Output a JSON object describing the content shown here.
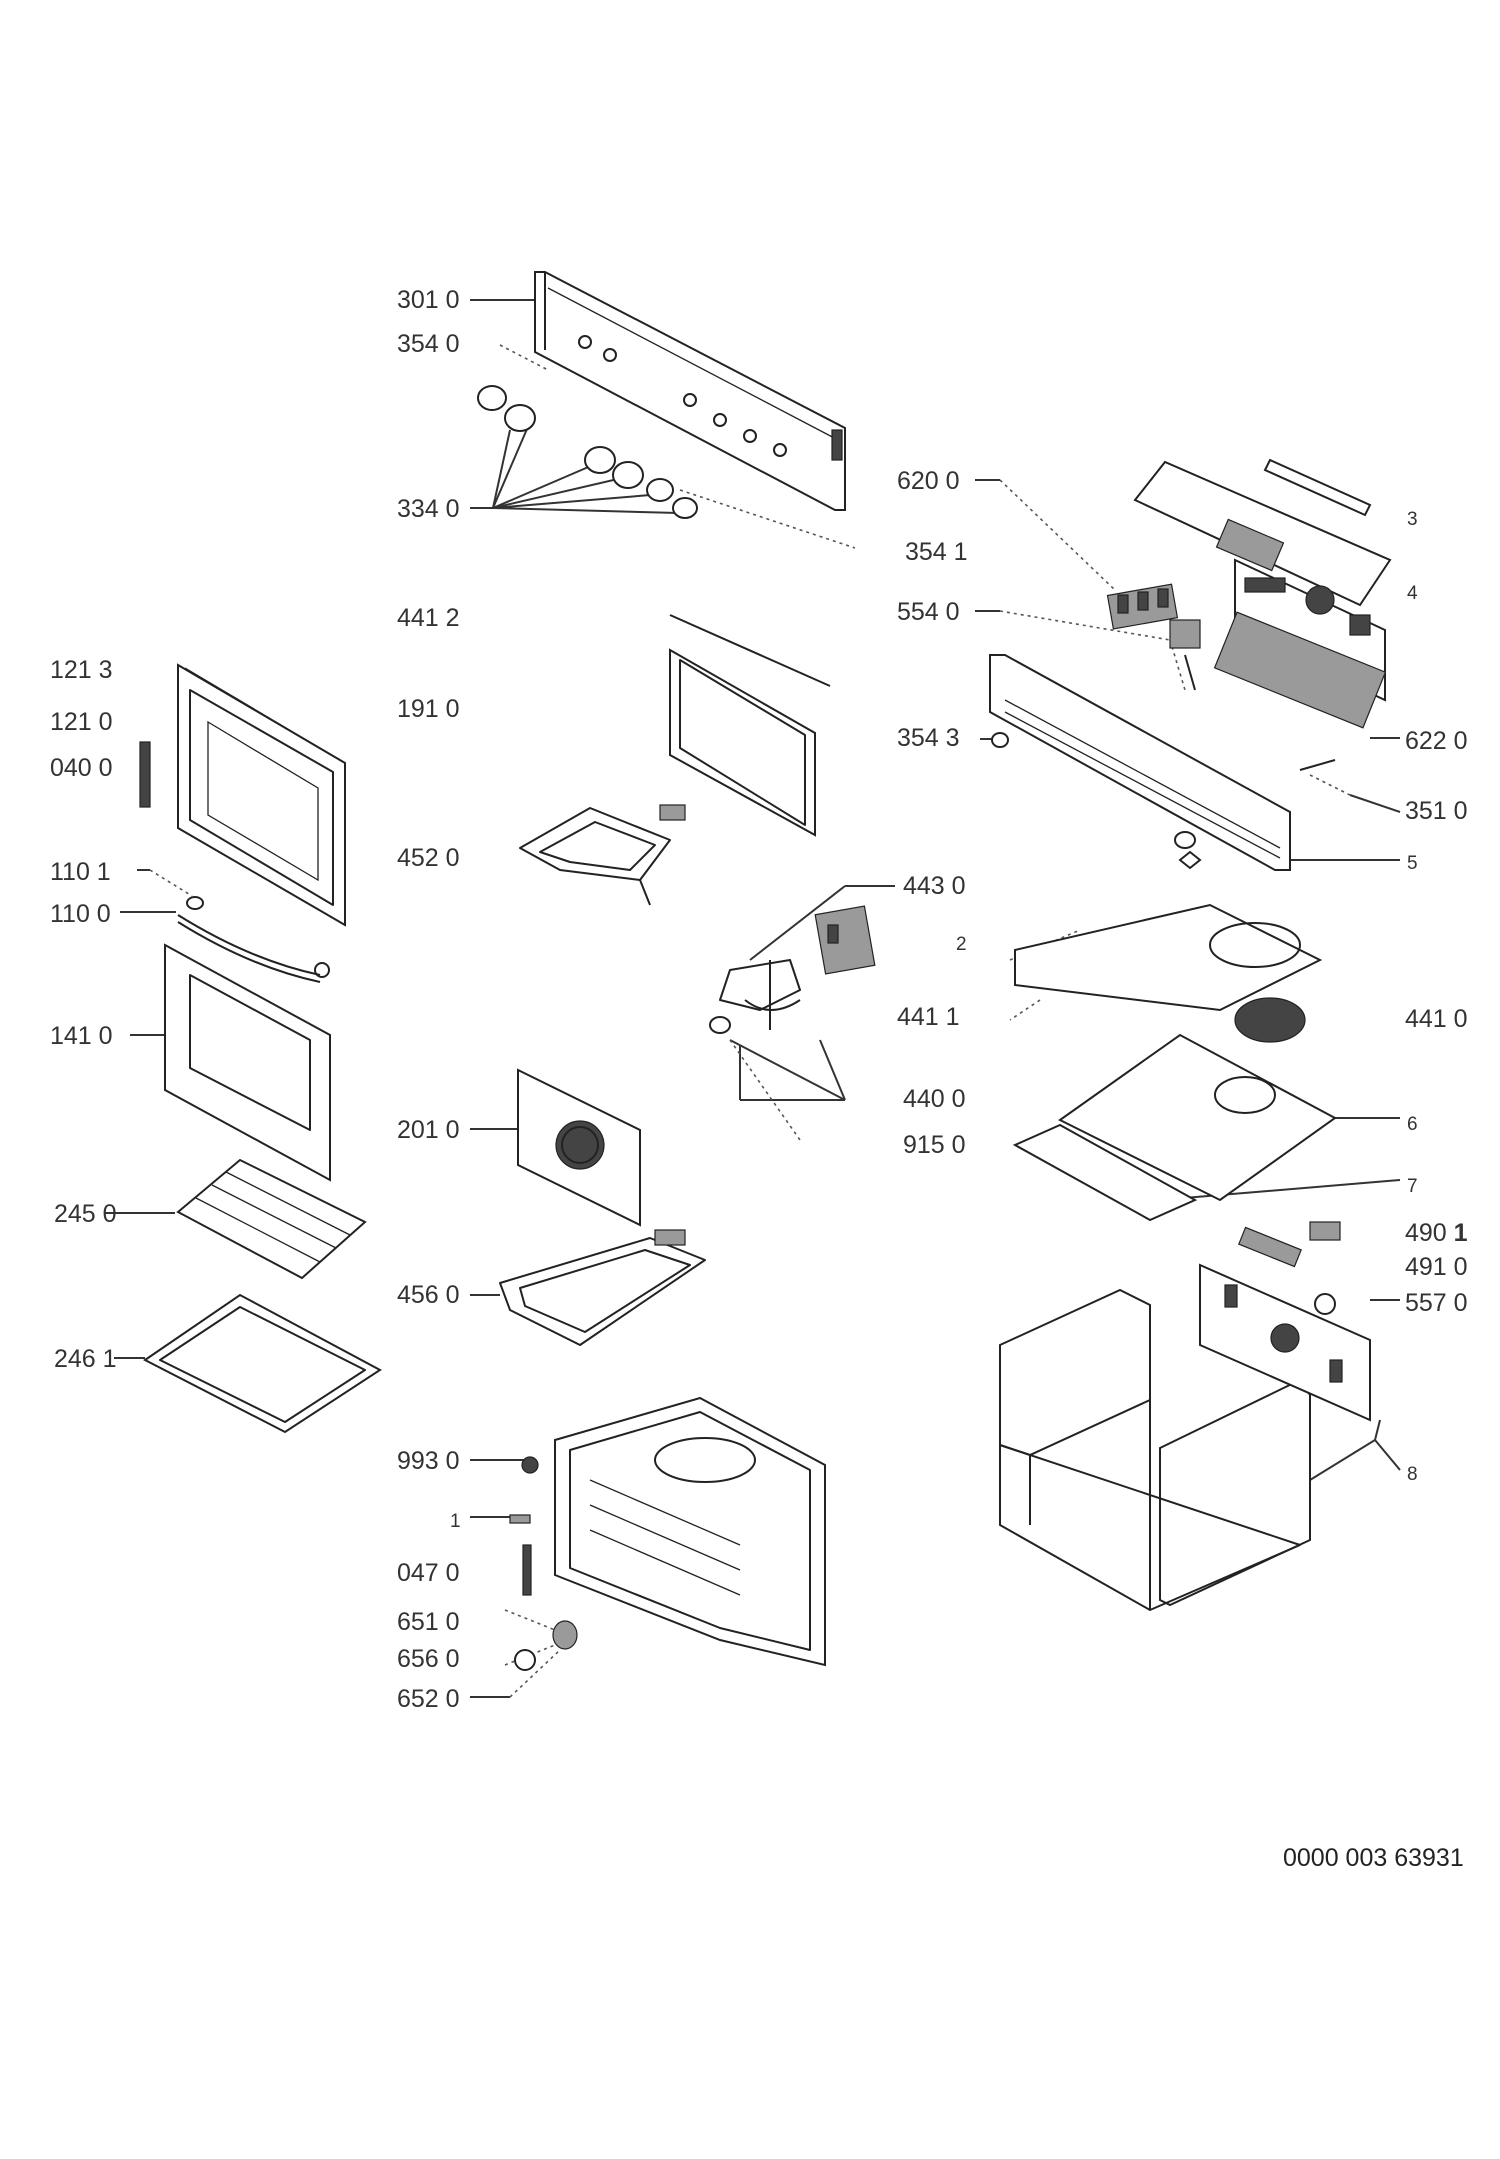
{
  "diagram": {
    "labels": {
      "l3010": "301 0",
      "l3540": "354 0",
      "l3340": "334 0",
      "l6200": "620 0",
      "l3541": "354 1",
      "l3": "3",
      "l4": "4",
      "l4412": "441 2",
      "l5540": "554 0",
      "l1213": "121 3",
      "l1210": "121 0",
      "l1910": "191 0",
      "l0400": "040 0",
      "l3543": "354 3",
      "l6220": "622 0",
      "l3510": "351 0",
      "l4520": "452 0",
      "l5": "5",
      "l1101": "110 1",
      "l1100": "110 0",
      "l4430": "443 0",
      "l2": "2",
      "l1410": "141 0",
      "l4411": "441 1",
      "l4410": "441 0",
      "l4400": "440 0",
      "l2010": "201 0",
      "l9150": "915 0",
      "l6": "6",
      "l7": "7",
      "l2450": "245 0",
      "l4901_main": "490",
      "l4901_suffix": "1",
      "l4910": "491 0",
      "l4560": "456 0",
      "l5570": "557 0",
      "l2461": "246 1",
      "l9930": "993 0",
      "l1": "1",
      "l8": "8",
      "l0470": "047 0",
      "l6510": "651 0",
      "l6560": "656 0",
      "l6520": "652 0"
    },
    "document_code": "0000 003 63931"
  }
}
